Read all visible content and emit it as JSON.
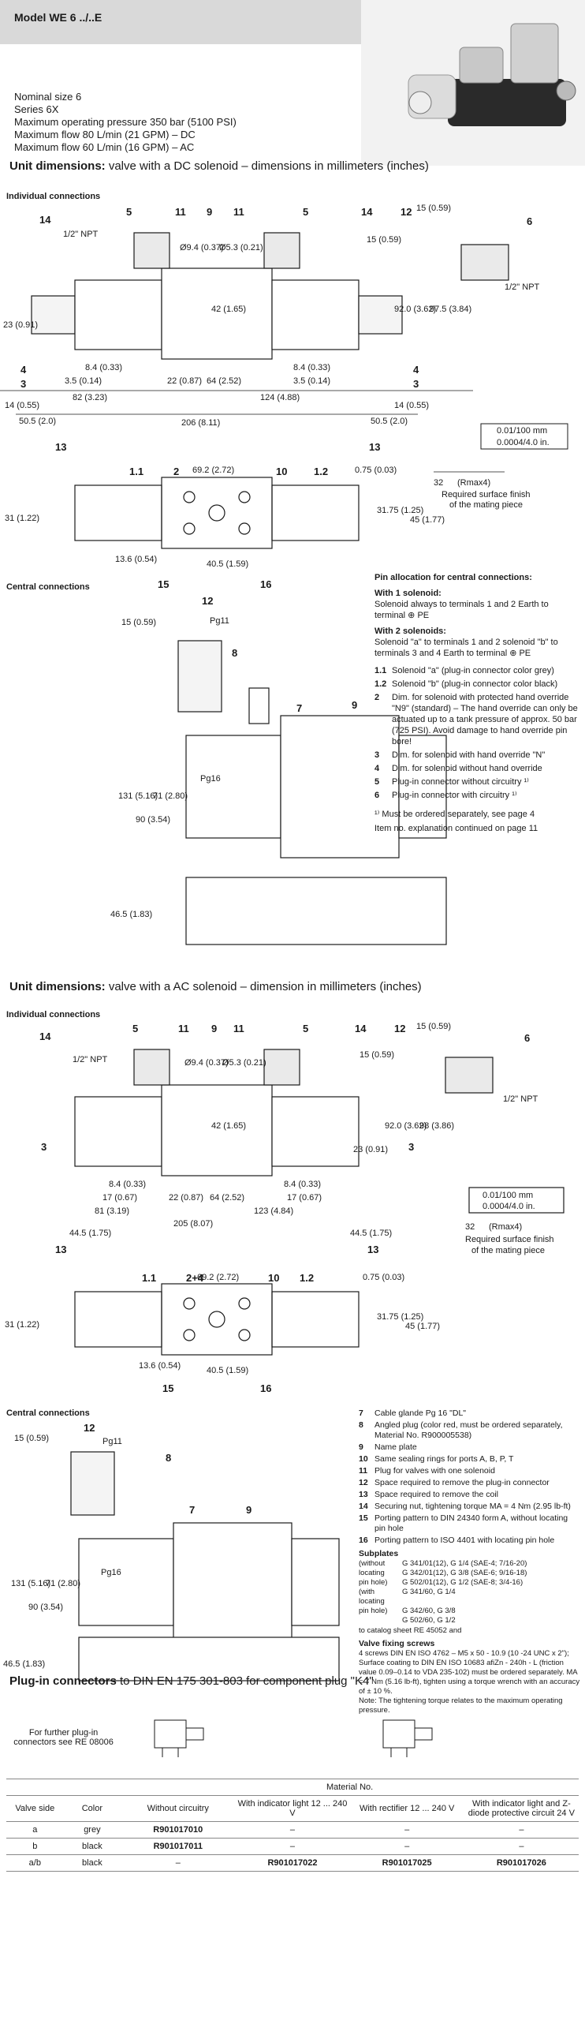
{
  "header": {
    "model": "Model WE 6 ../..E"
  },
  "specs": [
    "Nominal size 6",
    "Series 6X",
    "Maximum operating pressure 350 bar (5100 PSI)",
    "Maximum flow 80 L/min (21 GPM) – DC",
    "Maximum flow 60 L/min (16 GPM) – AC"
  ],
  "dc_section": {
    "title_bold": "Unit dimensions:",
    "title_rest": " valve with a DC solenoid – dimensions in millimeters (inches)",
    "individual": "Individual connections",
    "central": "Central connections",
    "dims": {
      "npt": "1/2\" NPT",
      "d15": "15 (0.59)",
      "d23": "23 (0.91)",
      "d8_4": "8.4 (0.33)",
      "d3_5": "3.5 (0.14)",
      "d22": "22 (0.87)",
      "d64": "64 (2.52)",
      "d82": "82 (3.23)",
      "d124": "124 (4.88)",
      "d14": "14 (0.55)",
      "d50_5": "50.5 (2.0)",
      "d206": "206 (8.11)",
      "d92": "92.0 (3.62)",
      "d97_5": "97.5 (3.84)",
      "d42": "42 (1.65)",
      "d9_4": "Ø9.4 (0.37)",
      "d5_3": "Ø5.3 (0.21)",
      "d69_2": "69.2 (2.72)",
      "d0_75": "0.75 (0.03)",
      "d31": "31 (1.22)",
      "d31_75": "31.75 (1.25)",
      "d45": "45 (1.77)",
      "d13_6": "13.6 (0.54)",
      "d40_5": "40.5 (1.59)",
      "pg11": "Pg11",
      "pg16": "Pg16",
      "d131": "131 (5.16)",
      "d71": "71 (2.80)",
      "d90": "90 (3.54)",
      "d46_5": "46.5 (1.83)"
    },
    "surface": {
      "tol1": "0.01/100 mm",
      "tol2": "0.0004/4.0 in.",
      "rz": "32",
      "rmax": "(Rmax4)",
      "caption1": "Required surface finish",
      "caption2": "of the mating piece"
    }
  },
  "pin_allocation": {
    "title": "Pin allocation for central connections:",
    "one_head": "With 1 solenoid:",
    "one_text": "Solenoid always to terminals 1 and 2 Earth to terminal ⊕ PE",
    "two_head": "With 2 solenoids:",
    "two_text": "Solenoid \"a\" to terminals 1 and 2 solenoid \"b\" to terminals 3 and 4 Earth to terminal ⊕ PE"
  },
  "legend_dc": [
    {
      "num": "1.1",
      "text": "Solenoid \"a\" (plug-in connector color grey)"
    },
    {
      "num": "1.2",
      "text": "Solenoid \"b\" (plug-in connector color black)"
    },
    {
      "num": "2",
      "text": "Dim. for solenoid with protected hand override \"N9\" (standard) – The hand override can only be actuated up to a tank pressure of approx. 50 bar (725 PSI). Avoid damage to hand override pin bore!"
    },
    {
      "num": "3",
      "text": "Dim. for solenoid with hand override \"N\""
    },
    {
      "num": "4",
      "text": "Dim. for solenoid without hand override"
    },
    {
      "num": "5",
      "text": "Plug-in connector without circuitry ¹⁾"
    },
    {
      "num": "6",
      "text": "Plug-in connector with circuitry ¹⁾"
    }
  ],
  "footnote": "¹⁾ Must be ordered separately, see page 4",
  "continued": "Item no. explanation continued on page 11",
  "ac_section": {
    "title_bold": "Unit dimensions:",
    "title_rest": " valve with a AC solenoid – dimension in millimeters (inches)",
    "individual": "Individual connections",
    "central": "Central connections",
    "dims": {
      "d8_4": "8.4 (0.33)",
      "d17": "17 (0.67)",
      "d22": "22 (0.87)",
      "d64": "64 (2.52)",
      "d81": "81 (3.19)",
      "d123": "123 (4.84)",
      "d205": "205 (8.07)",
      "d44_5": "44.5 (1.75)",
      "d92": "92.0 (3.62)",
      "d98": "98 (3.86)",
      "d23": "23 (0.91)",
      "d42": "42 (1.65)",
      "d13_6": "13.6 (0.54)",
      "d40_5": "40.5 (1.59)"
    }
  },
  "legend_ac": [
    {
      "num": "7",
      "text": "Cable glande Pg 16 \"DL\""
    },
    {
      "num": "8",
      "text": "Angled plug (color red, must be ordered separately, Material No. R900005538)"
    },
    {
      "num": "9",
      "text": "Name plate"
    },
    {
      "num": "10",
      "text": "Same sealing rings for ports A, B, P, T"
    },
    {
      "num": "11",
      "text": "Plug for valves with one solenoid"
    },
    {
      "num": "12",
      "text": "Space required to remove the plug-in connector"
    },
    {
      "num": "13",
      "text": "Space required to remove the coil"
    },
    {
      "num": "14",
      "text": "Securing nut, tightening torque MA = 4 Nm (2.95 lb-ft)"
    },
    {
      "num": "15",
      "text": "Porting pattern to DIN 24340 form A, without locating pin hole"
    },
    {
      "num": "16",
      "text": "Porting pattern to ISO 4401 with locating pin hole"
    }
  ],
  "subplates": {
    "title": "Subplates",
    "rows": [
      {
        "k": "(without",
        "v": "G 341/01(12), G 1/4 (SAE-4; 7/16-20)"
      },
      {
        "k": "locating",
        "v": "G 342/01(12), G 3/8 (SAE-6; 9/16-18)"
      },
      {
        "k": "pin hole)",
        "v": "G 502/01(12), G 1/2 (SAE-8; 3/4-16)"
      },
      {
        "k": "(with locating",
        "v": "G 341/60, G 1/4"
      },
      {
        "k": "pin hole)",
        "v": "G 342/60, G 3/8"
      },
      {
        "k": "",
        "v": "G 502/60, G 1/2"
      }
    ],
    "note": "to catalog sheet RE 45052 and"
  },
  "valve_screws": {
    "title": "Valve fixing screws",
    "text": "4 screws DIN EN ISO 4762 – M5 x 50 - 10.9 (10 -24 UNC x 2\"); Surface coating to DIN EN ISO 10683 afiZn - 240h - L (friction value 0.09–0.14 to VDA 235-102) must be ordered separately. MA = 7 Nm (5.16 lb-ft), tighten using a torque wrench with an accuracy of ± 10 %.",
    "note": "Note: The tightening torque relates to the maximum operating pressure."
  },
  "plug_section": {
    "title_bold": "Plug-in connectors",
    "title_rest": " to DIN EN 175 301-803 for component plug \"K4\"",
    "further": "For further plug-in connectors see RE 08006",
    "material_no": "Material No.",
    "headers": [
      "Valve side",
      "Color",
      "Without circuitry",
      "With indicator light 12 ... 240 V",
      "With rectifier 12 ... 240 V",
      "With indicator light and Z-diode protective circuit 24 V"
    ],
    "rows": [
      [
        "a",
        "grey",
        "R901017010",
        "–",
        "–",
        "–"
      ],
      [
        "b",
        "black",
        "R901017011",
        "–",
        "–",
        "–"
      ],
      [
        "a/b",
        "black",
        "–",
        "R901017022",
        "R901017025",
        "R901017026"
      ]
    ]
  },
  "colors": {
    "header_grey": "#d9d9d9",
    "line": "#1a1a1a",
    "shade": "#e6e6e6"
  },
  "icons": [
    "valve-photo",
    "earth-symbol-icon",
    "surface-finish-icon",
    "plug-connector-icon"
  ]
}
